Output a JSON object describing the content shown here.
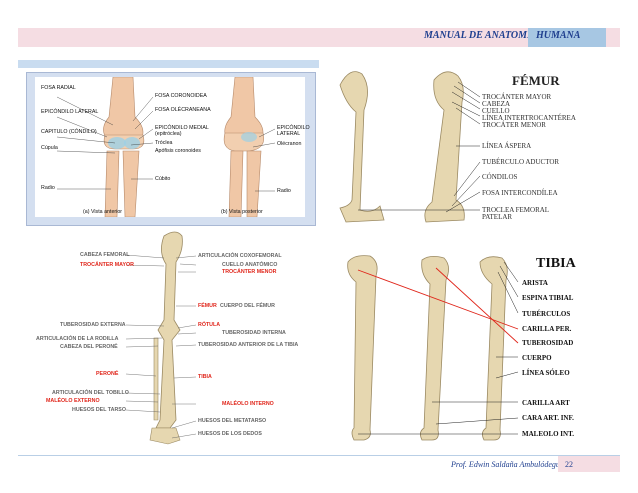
{
  "header": {
    "title": "MANUAL DE ANATOMIA",
    "tag": "HUMANA"
  },
  "elbow_figure": {
    "left_labels": [
      "FOSA RADIAL",
      "EPICÓNDILO LATERAL",
      "CAPITULO (CÓNDILO)",
      "Cúpula",
      "Radio"
    ],
    "center_labels": [
      "FOSA CORONOIDEA",
      "FOSA OLÉCRANEANA",
      "EPICÓNDILO MEDIAL",
      "(epitróclea)",
      "Tróclea",
      "Apófisis coronoides",
      "Cúbito"
    ],
    "right_labels": [
      "EPICÓNDILO LATERAL",
      "Olécranon",
      "Radio"
    ],
    "captions": [
      "(a) Vista anterior",
      "(b) Vista posterior"
    ]
  },
  "femur_figure": {
    "title": "FÉMUR",
    "labels": [
      "TROCÁNTER MAYOR",
      "CABEZA",
      "CUELLO",
      "LÍNEA INTERTROCANTÉREA",
      "TROCÁTER MENOR",
      "LÍNEA ÁSPERA",
      "TUBÉRCULO ADUCTOR",
      "CÓNDILOS",
      "FOSA INTERCONDÍLEA",
      "TROCLEA FEMORAL",
      "PATELAR"
    ]
  },
  "leg_figure": {
    "left_labels": [
      "CABEZA FEMORAL",
      "TROCÁNTER MAYOR",
      "TUBEROSIDAD EXTERNA",
      "ARTICULACIÓN DE LA RODILLA",
      "CABEZA DEL PERONÉ",
      "PERONÉ",
      "ARTICULACIÓN DEL TOBILLO",
      "MALÉOLO EXTERNO",
      "HUESOS DEL TARSO"
    ],
    "right_labels": [
      "ARTICULACIÓN COXOFEMORAL",
      "CUELLO ANATÓMICO",
      "TROCÁNTER MENOR",
      "FÉMUR",
      "CUERPO DEL FÉMUR",
      "RÓTULA",
      "TUBEROSIDAD INTERNA",
      "TUBEROSIDAD ANTERIOR DE LA TIBIA",
      "TIBIA",
      "MALÉOLO INTERNO",
      "HUESOS DEL METATARSO",
      "HUESOS DE LOS DEDOS"
    ]
  },
  "tibia_figure": {
    "title": "TIBIA",
    "labels": [
      "ARISTA",
      "ESPINA TIBIAL",
      "TUBÉRCULOS",
      "CARILLA PER.",
      "TUBEROSIDAD",
      "CUERPO",
      "LÍNEA SÓLEO",
      "CARILLA ART",
      "CARA ART. INF.",
      "MALEOLO INT."
    ]
  },
  "footer": {
    "author": "Prof. Edwin Saldaña Ambulódegui",
    "page": "22"
  },
  "colors": {
    "header_band": "#f5dde3",
    "header_box": "#a7c7e3",
    "title_text": "#1f3f8f",
    "red_label": "#e0261b",
    "bone": "#e6d7b0"
  }
}
